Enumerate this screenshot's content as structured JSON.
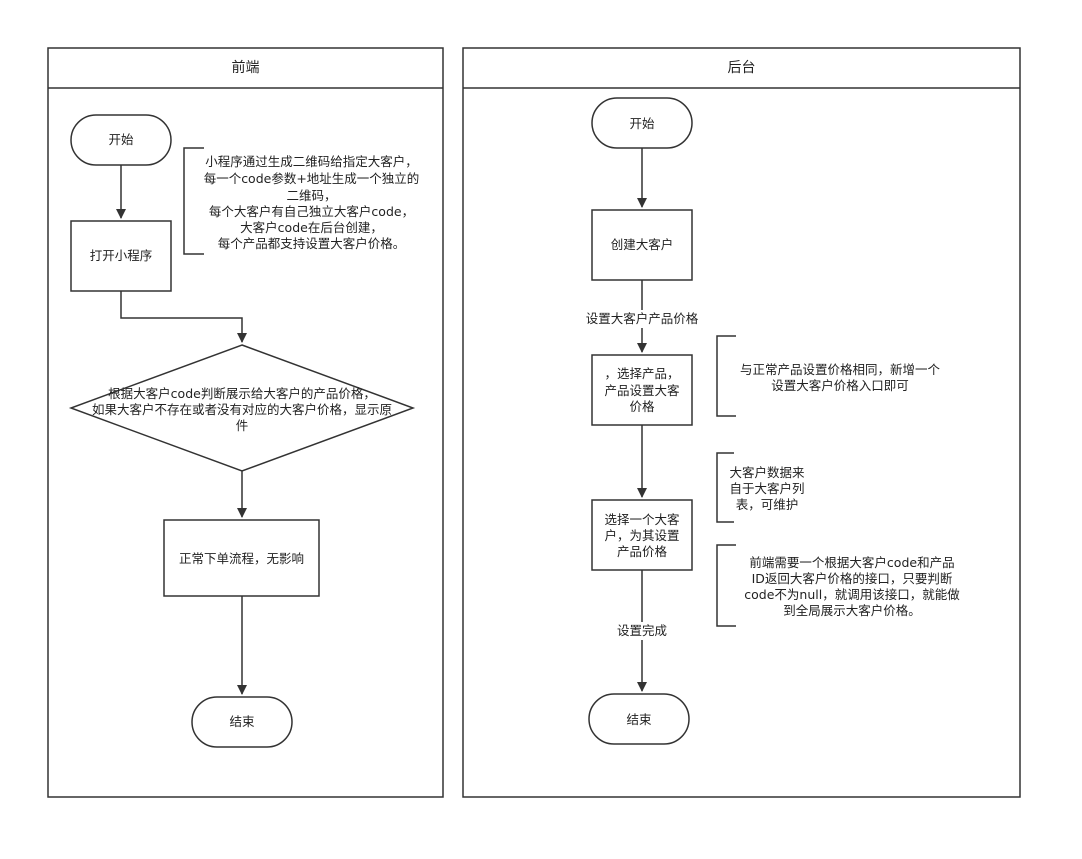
{
  "lanes": {
    "frontend": {
      "title": "前端"
    },
    "backend": {
      "title": "后台"
    }
  },
  "frontend": {
    "start": "开始",
    "open_miniprogram": "打开小程序",
    "note": [
      "小程序通过生成二维码给指定大客户，",
      "每一个code参数+地址生成一个独立的",
      "二维码，",
      "每个大客户有自己独立大客户code，",
      "大客户code在后台创建，",
      "每个产品都支持设置大客户价格。"
    ],
    "decision": [
      "根据大客户code判断展示给大客户的产品价格，",
      "如果大客户不存在或者没有对应的大客户价格，显示原",
      "件"
    ],
    "normal_order": "正常下单流程，无影响",
    "end": "结束"
  },
  "backend": {
    "start": "开始",
    "create_customer": "创建大客户",
    "edge_set_price": "设置大客户产品价格",
    "select_product": [
      "，选择产品，",
      "产品设置大客",
      "价格"
    ],
    "note1": [
      "与正常产品设置价格相同，新增一个",
      "设置大客户价格入口即可"
    ],
    "note2": [
      "大客户数据来",
      "自于大客户列",
      "表，可维护"
    ],
    "select_customer": [
      "选择一个大客",
      "户，为其设置",
      "产品价格"
    ],
    "note3": [
      "前端需要一个根据大客户code和产品",
      "ID返回大客户价格的接口，只要判断",
      "code不为null，就调用该接口，就能做",
      "到全局展示大客户价格。"
    ],
    "edge_done": "设置完成",
    "end": "结束"
  },
  "colors": {
    "stroke": "#333333",
    "background": "#ffffff"
  }
}
